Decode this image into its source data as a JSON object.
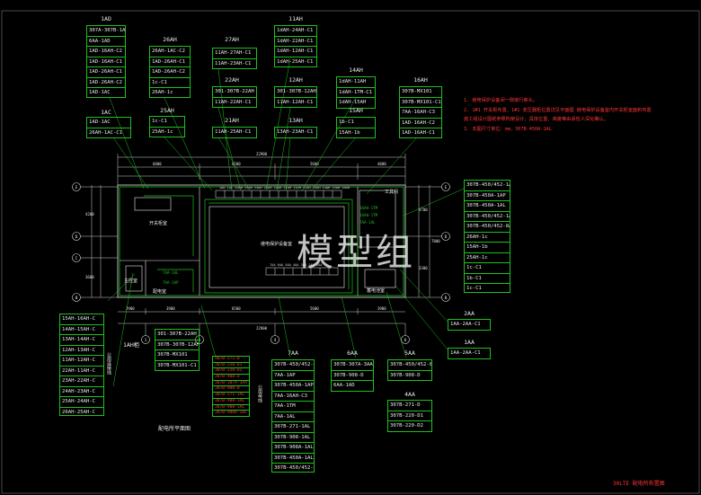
{
  "panels": [
    {
      "id": "1AD",
      "rows": [
        "307A-307B-1AD",
        "6AA-1AD",
        "1AD-16AH-C2",
        "1AD-16AH-C1",
        "1AD-26AH-C1",
        "1AD-26AH-C2",
        "1AD-1AC"
      ]
    },
    {
      "id": "1AC",
      "rows": [
        "1AD-1AC",
        "26AH-1AC-C1"
      ]
    },
    {
      "id": "26AH",
      "rows": [
        "26AH-1AC-C2",
        "1AD-26AH-C1",
        "1AD-26AH-C2",
        "1c-C1",
        "26AH-1c"
      ]
    },
    {
      "id": "25AH",
      "rows": [
        "1c-C1",
        "25AH-1c"
      ]
    },
    {
      "id": "27AH",
      "rows": [
        "11AH-27AH-C1",
        "11AH-23AH-C1"
      ]
    },
    {
      "id": "22AH",
      "rows": [
        "301-307B-22AH",
        "11AH-22AH-C1"
      ]
    },
    {
      "id": "21AH",
      "rows": [
        "11AH-25AH-C1"
      ]
    },
    {
      "id": "11AH",
      "rows": [
        "1dAH-24AH-C1",
        "1dAH-22AH-C1",
        "1dAH-12AH-C1",
        "1dAH-25AH-C1"
      ]
    },
    {
      "id": "12AH",
      "rows": [
        "301-307B-12AH",
        "11AH-12AH-C1"
      ]
    },
    {
      "id": "13AH",
      "rows": [
        "13AH-23AH-C1"
      ]
    },
    {
      "id": "14AH",
      "rows": [
        "1dAH-11AH",
        "1dAH-1TM-C1",
        "1dAH-15AH"
      ]
    },
    {
      "id": "15AH",
      "rows": [
        "1b-C1",
        "15AH-1b"
      ]
    },
    {
      "id": "16AH",
      "rows": [
        "307B-MX101",
        "307B-MX101-C1",
        "7AA-16AH-C3",
        "1AD-16AH-C2",
        "1AD-16AH-C1"
      ]
    },
    {
      "id": "right-bus",
      "rows": [
        "307B-450/452-1AP",
        "307B-450A-1AP",
        "307B-450A-1AL",
        "307B-450/452-1AL",
        "307B-450/452-8AE",
        "26AH-1c",
        "15AH-1b",
        "25AH-1c",
        "1c-C1",
        "1b-C1",
        "1c-C1"
      ]
    },
    {
      "id": "2AA",
      "rows": [
        "1AA-2AA-C1"
      ]
    },
    {
      "id": "1AA",
      "rows": [
        "1AA-2AA-C1"
      ]
    },
    {
      "id": "left-bus",
      "rows": [
        "15AH-16AH-C",
        "14AH-15AH-C",
        "13AH-14AH-C",
        "12AH-13AH-C",
        "11AH-12AH-C",
        "22AH-11AH-C",
        "23AH-22AH-C",
        "24AH-23AH-C",
        "25AH-24AH-C",
        "26AH-25AH-C"
      ]
    },
    {
      "id": "1AH-sw",
      "rows": [
        "301-307B-22AH",
        "307B-307B-12AH",
        "307B-MX101",
        "307B-MX101-C1"
      ]
    },
    {
      "id": "red-list",
      "rows": [
        "307B-271-D",
        "307B-220-D1",
        "307B-220-D2",
        "307B-908-D",
        "307B-307A-3AA",
        "307B-908-D",
        "307B-271-1AL",
        "307B-908-1AL",
        "307B-908-1AL",
        "307B-908A-1AL"
      ]
    },
    {
      "id": "7AA",
      "rows": [
        "307B-450/452-1AP",
        "7AA-1AP",
        "307B-450A-1AP",
        "7AA-16AH-C3",
        "7AA-1TM",
        "7AA-1AL",
        "307B-271-1AL",
        "307B-908-1AL",
        "307B-908A-1AL",
        "307B-450A-1AL",
        "307B-450/452-1AL"
      ]
    },
    {
      "id": "6AA",
      "rows": [
        "307B-307A-3AA",
        "307B-908-D",
        "6AA-1AD"
      ]
    },
    {
      "id": "5AA",
      "rows": [
        "307B-450/452-8AE",
        "307B-908-D"
      ]
    },
    {
      "id": "4AA",
      "rows": [
        "307B-271-D",
        "307B-220-D1",
        "307B-220-D2"
      ]
    }
  ],
  "notes": [
    "1. 继电保护设备间一侧接行索头。",
    "2. 1#1 开关柜布置、1#1 变压器柜位置详见平面图    继电保护设备室内开关柜室面积布置",
    "   施工组设计图纸参照构架设计，具体位置、高度等由承包人深化确认。",
    "3. 本图尺寸单位：mm，307B-450A-1AL"
  ],
  "rooms": [
    "开关柜室",
    "配电室",
    "主控室",
    "继电保护设备室",
    "蓄电池室",
    "工具间"
  ],
  "labels": {
    "plan_title": "配电所平面图",
    "watermark": "模型组",
    "title_block": "30LTE 配电所布置图",
    "label_1ah": "1AH柜",
    "label_bus": "公用母线",
    "label_ring": "公用连接线",
    "dim_top_total": "22900",
    "dim_bottom_total": "22900",
    "dim_right": "6700"
  },
  "axes": [
    "E",
    "D",
    "C",
    "B",
    "A",
    "1",
    "2",
    "3",
    "4",
    "5",
    "6"
  ]
}
